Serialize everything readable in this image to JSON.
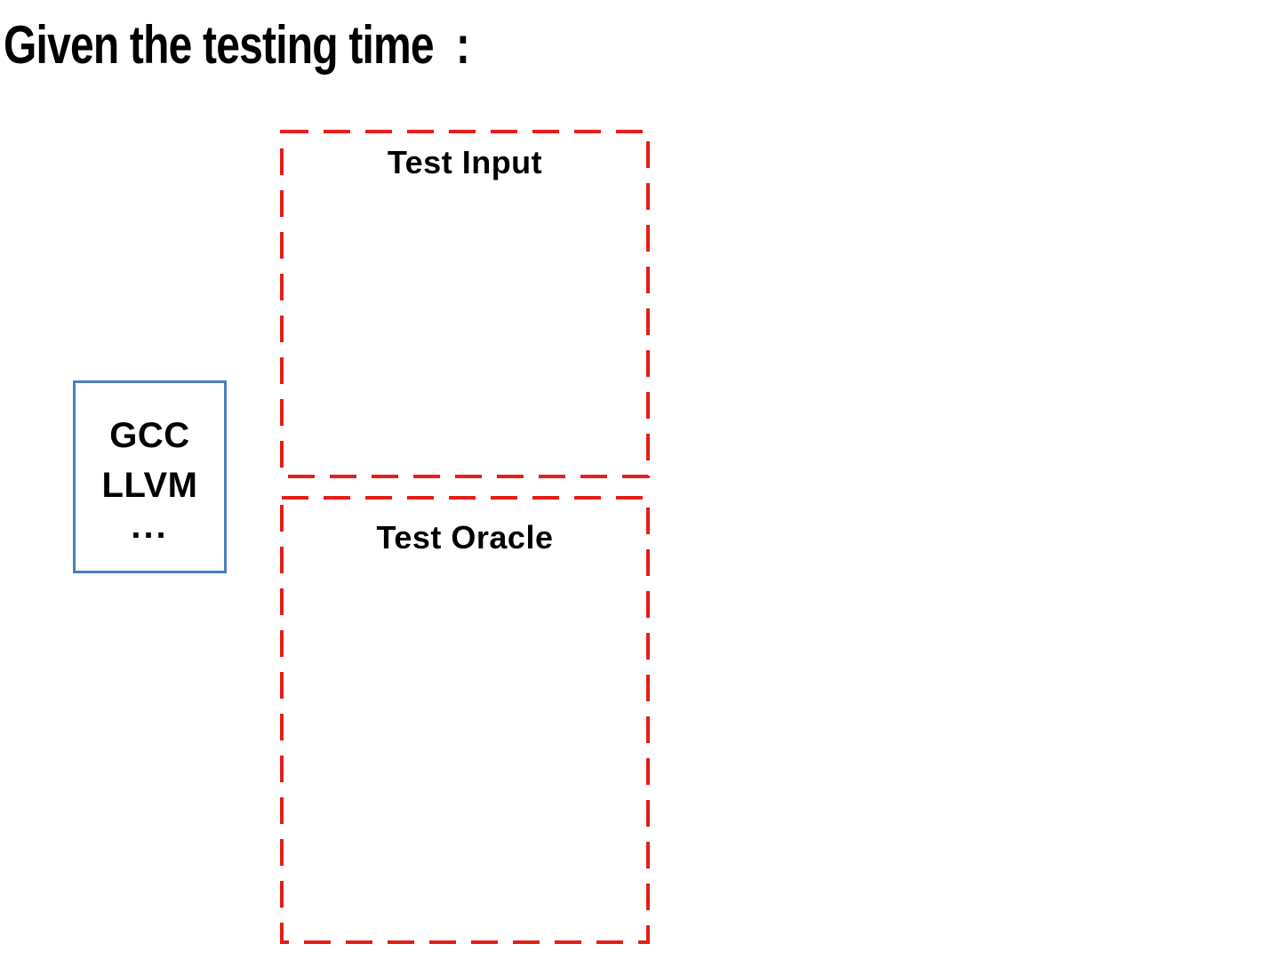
{
  "page": {
    "title": "Given the testing time  :"
  },
  "theme": {
    "background": "#ffffff",
    "text": "#000000",
    "dashed-red": "#e61e19",
    "compiler-blue": "#4a7ebb"
  },
  "diagram": {
    "compiler_box": {
      "lines": [
        "GCC",
        "LLVM",
        "..."
      ]
    },
    "test_input_box": {
      "label": "Test Input"
    },
    "test_oracle_box": {
      "label": "Test Oracle"
    }
  }
}
